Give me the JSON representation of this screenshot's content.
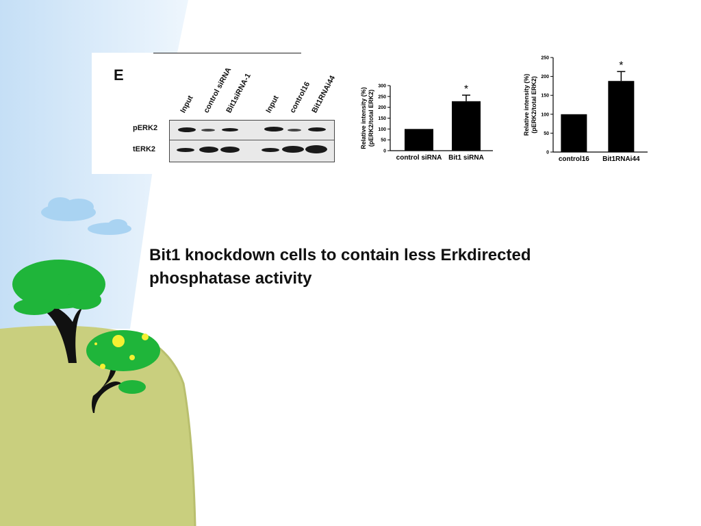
{
  "slide": {
    "caption": "Bit1 knockdown cells to contain less Erkdirected phosphatase activity"
  },
  "figure": {
    "panel_letter": "E",
    "blot": {
      "lanes": [
        "Input",
        "control siRNA",
        "Bit1siRNA-1",
        "Input",
        "control16",
        "Bit1RNAi44"
      ],
      "rows": [
        "pERK2",
        "tERK2"
      ]
    }
  },
  "chart_data": [
    {
      "type": "bar",
      "categories": [
        "control siRNA",
        "Bit1 siRNA"
      ],
      "values": [
        100,
        228
      ],
      "errors": [
        0,
        28
      ],
      "annotations": [
        "",
        "*"
      ],
      "ylabel": "Relative intensity (%) (pERK2/total ERK2)",
      "ylabel_lines": [
        "Relative intensity (%)",
        "(pERK2/total ERK2)"
      ],
      "ylim": [
        0,
        300
      ],
      "yticks": [
        0,
        50,
        100,
        150,
        200,
        250,
        300
      ],
      "bar_color": "#000000"
    },
    {
      "type": "bar",
      "categories": [
        "control16",
        "Bit1RNAi44"
      ],
      "values": [
        100,
        188
      ],
      "errors": [
        0,
        25
      ],
      "annotations": [
        "",
        "*"
      ],
      "ylabel": "Relative intensity (%) (pERK2/total ERK2)",
      "ylabel_lines": [
        "Relative intensity (%)",
        "(pERK2/total ERK2)"
      ],
      "ylim": [
        0,
        250
      ],
      "yticks": [
        0,
        50,
        100,
        150,
        200,
        250
      ],
      "bar_color": "#000000"
    }
  ],
  "theme": {
    "sky_light": "#eef6fd",
    "sky": "#cde4f7",
    "hill": "#c9cf7e",
    "tree_green": "#1fb53a",
    "trunk": "#111111",
    "fruit": "#f4f032",
    "cloud": "#a9d3f2"
  }
}
